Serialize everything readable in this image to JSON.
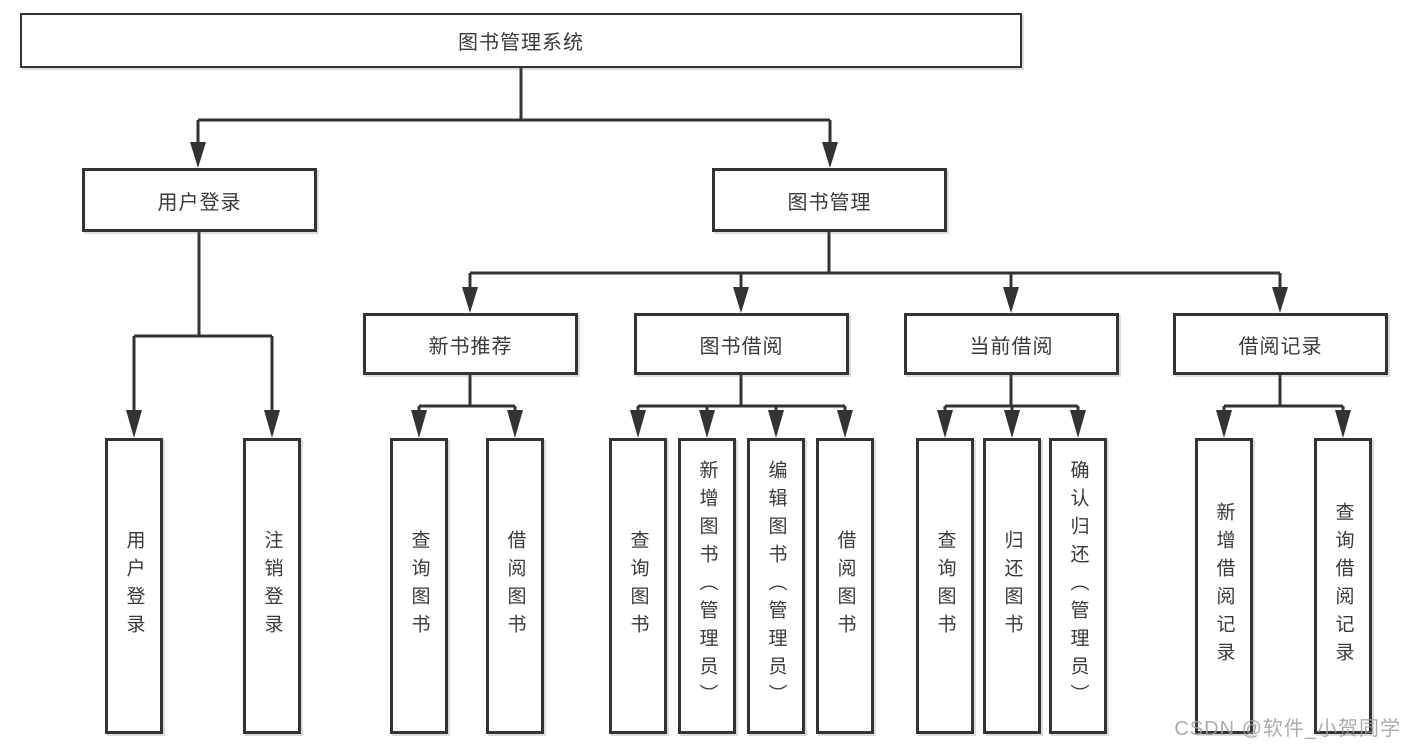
{
  "diagram": {
    "root": {
      "label": "图书管理系统"
    },
    "level2": {
      "user_login": {
        "label": "用户登录"
      },
      "book_mgmt": {
        "label": "图书管理"
      }
    },
    "level3": {
      "new_book_rec": {
        "label": "新书推荐"
      },
      "book_borrow": {
        "label": "图书借阅"
      },
      "current_borrow": {
        "label": "当前借阅"
      },
      "borrow_records": {
        "label": "借阅记录"
      }
    },
    "leaves": {
      "user_login": [
        "用户登录",
        "注销登录"
      ],
      "new_book_rec": [
        "查询图书",
        "借阅图书"
      ],
      "book_borrow": [
        "查询图书",
        "新增图书（管理员）",
        "编辑图书（管理员）",
        "借阅图书"
      ],
      "current_borrow": [
        "查询图书",
        "归还图书",
        "确认归还（管理员）"
      ],
      "borrow_records": [
        "新增借阅记录",
        "查询借阅记录"
      ]
    }
  },
  "watermark": "CSDN @软件_小贺同学",
  "colors": {
    "line": "#333333",
    "text": "#3a3a3a",
    "box_background": "#ffffff",
    "watermark": "#9e9e9e"
  }
}
